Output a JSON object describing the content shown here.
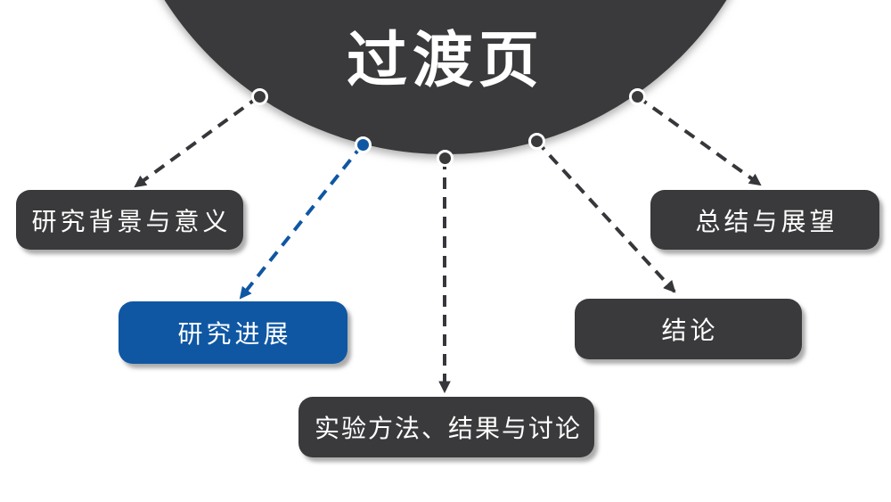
{
  "slide": {
    "title": "过渡页",
    "nodes": [
      {
        "id": "research-background",
        "label": "研究背景与意义",
        "variant": "dark",
        "highlighted": false
      },
      {
        "id": "research-progress",
        "label": "研究进展",
        "variant": "blue",
        "highlighted": true
      },
      {
        "id": "experiment-methods",
        "label": "实验方法、结果与讨论",
        "variant": "dark",
        "highlighted": false
      },
      {
        "id": "conclusion",
        "label": "结论",
        "variant": "dark",
        "highlighted": false
      },
      {
        "id": "summary-outlook",
        "label": "总结与展望",
        "variant": "dark",
        "highlighted": false
      }
    ],
    "colors": {
      "dark_fill": "#3a3a3c",
      "accent_blue": "#0f57a3",
      "canvas": "#ffffff",
      "text_on_dark": "#ffffff"
    }
  }
}
